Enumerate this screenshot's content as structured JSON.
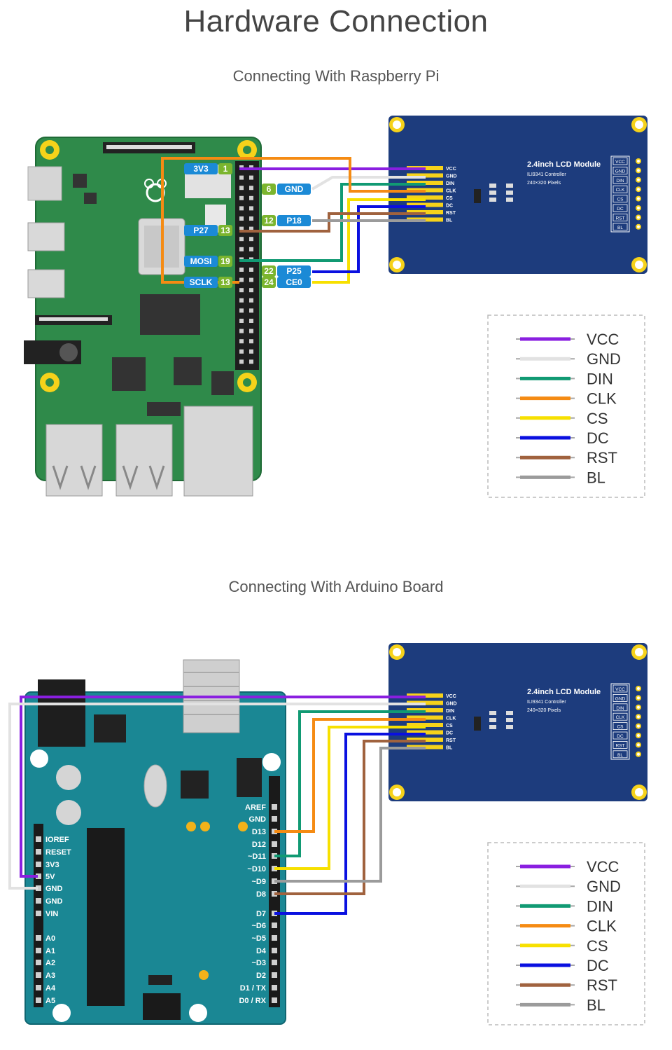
{
  "title": "Hardware Connection",
  "sections": {
    "rpi": {
      "heading": "Connecting With Raspberry Pi",
      "pin_tags": [
        {
          "name": "3V3",
          "num": "1"
        },
        {
          "name": "GND",
          "num": "6"
        },
        {
          "name": "P27",
          "num": "13"
        },
        {
          "name": "P18",
          "num": "12"
        },
        {
          "name": "MOSI",
          "num": "19"
        },
        {
          "name": "P25",
          "num": "22"
        },
        {
          "name": "SCLK",
          "num": "13"
        },
        {
          "name": "CE0",
          "num": "24"
        }
      ]
    },
    "arduino": {
      "heading": "Connecting With Arduino Board",
      "right_header": [
        "AREF",
        "GND",
        "D13",
        "D12",
        "~D11",
        "~D10",
        "~D9",
        "D8",
        "D7",
        "~D6",
        "~D5",
        "D4",
        "~D3",
        "D2",
        "D1 / TX",
        "D0 / RX"
      ],
      "left_header": [
        "IOREF",
        "RESET",
        "3V3",
        "5V",
        "GND",
        "GND",
        "VIN",
        "A0",
        "A1",
        "A2",
        "A3",
        "A4",
        "A5"
      ]
    }
  },
  "lcd": {
    "title": "2.4inch LCD Module",
    "controller": "ILI9341 Controller",
    "resolution": "240×320 Pixels",
    "pins": [
      "VCC",
      "GND",
      "DIN",
      "CLK",
      "CS",
      "DC",
      "RST",
      "BL"
    ]
  },
  "legend": [
    {
      "label": "VCC",
      "color": "#8a1fe0"
    },
    {
      "label": "GND",
      "color": "#e2e2e2"
    },
    {
      "label": "DIN",
      "color": "#119a73"
    },
    {
      "label": "CLK",
      "color": "#f58b13"
    },
    {
      "label": "CS",
      "color": "#f7e000"
    },
    {
      "label": "DC",
      "color": "#0a10e0"
    },
    {
      "label": "RST",
      "color": "#a0623e"
    },
    {
      "label": "BL",
      "color": "#9b9b9b"
    }
  ],
  "colors": {
    "rpi_board": "#2f8a4a",
    "arduino_board": "#1a8794",
    "lcd_board": "#1d3c7d",
    "tag_blue": "#1b8ad6",
    "tag_green": "#7bb52e"
  }
}
